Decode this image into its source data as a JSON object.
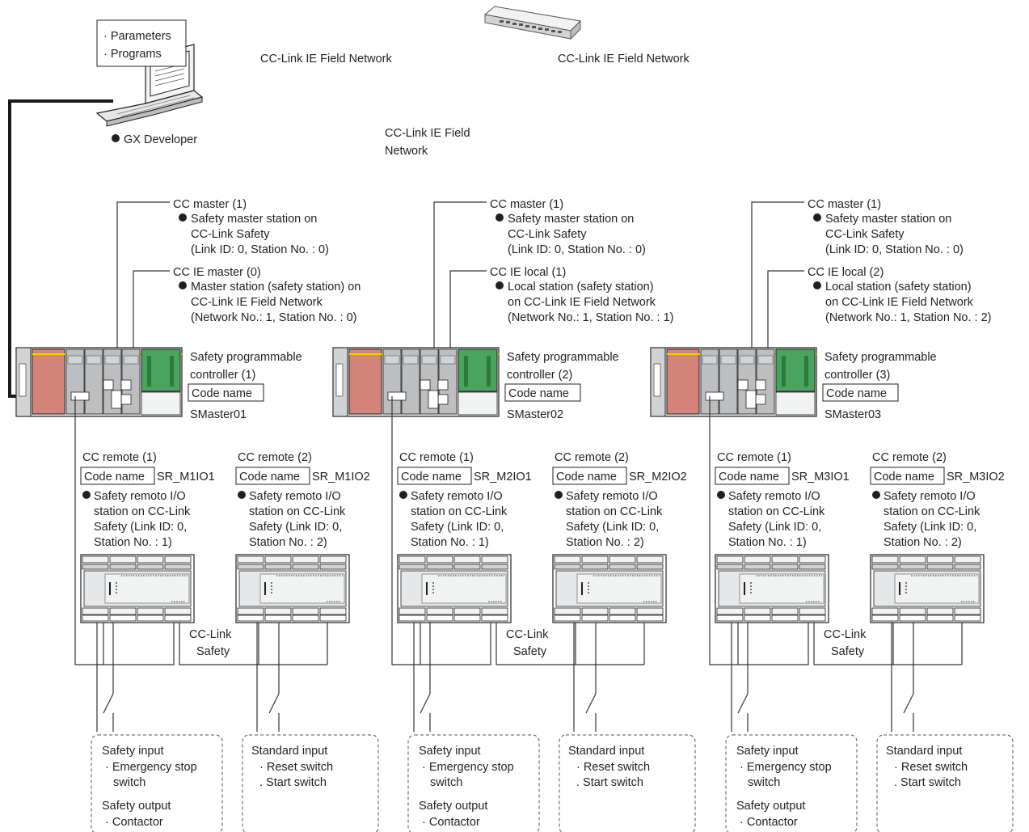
{
  "pc": {
    "notes": [
      "· Parameters",
      "· Programs"
    ],
    "label": "GX Developer"
  },
  "network_labels": {
    "left": "CC-Link IE Field Network",
    "right": "CC-Link IE Field Network",
    "center_line1": "CC-Link IE Field",
    "center_line2": "Network"
  },
  "stations": [
    {
      "cc_master": "CC master (1)",
      "safety_master_lines": [
        "Safety master station on",
        "CC-Link Safety",
        "(Link ID: 0, Station No. : 0)"
      ],
      "ie_title": "CC IE master (0)",
      "ie_lines": [
        "Master station (safety station) on",
        "CC-Link IE Field Network",
        "(Network  No.: 1, Station No. : 0)"
      ],
      "plc_line1": "Safety programmable",
      "plc_line2": "controller (1)",
      "code_label": "Code name",
      "plc_code": "SMaster01",
      "remotes": [
        {
          "title": "CC remote (1)",
          "code_label": "Code name",
          "code": "SR_M1IO1",
          "lines": [
            "Safety remoto I/O",
            "station on CC-Link",
            "Safety (Link ID: 0,",
            "Station No. : 1)"
          ]
        },
        {
          "title": "CC remote (2)",
          "code_label": "Code name",
          "code": "SR_M1IO2",
          "lines": [
            "Safety remoto I/O",
            "station on CC-Link",
            "Safety (Link ID: 0,",
            "Station No. : 2)"
          ]
        }
      ],
      "cclink_line1": "CC-Link",
      "cclink_line2": "Safety",
      "io_left": [
        "Safety input",
        "· Emergency stop",
        "switch",
        "Safety output",
        "· Contactor"
      ],
      "io_right": [
        "Standard input",
        "· Reset switch",
        ". Start switch"
      ]
    },
    {
      "cc_master": "CC master (1)",
      "safety_master_lines": [
        "Safety master station on",
        "CC-Link Safety",
        "(Link ID: 0, Station No. : 0)"
      ],
      "ie_title": "CC IE local (1)",
      "ie_lines": [
        "Local station (safety station)",
        "on CC-Link IE Field Network",
        "(Network No.: 1, Station No. : 1)"
      ],
      "plc_line1": "Safety programmable",
      "plc_line2": "controller (2)",
      "code_label": "Code name",
      "plc_code": "SMaster02",
      "remotes": [
        {
          "title": "CC remote (1)",
          "code_label": "Code name",
          "code": "SR_M2IO1",
          "lines": [
            "Safety remoto I/O",
            "station on CC-Link",
            "Safety (Link ID: 0,",
            "Station No. : 1)"
          ]
        },
        {
          "title": "CC remote (2)",
          "code_label": "Code name",
          "code": "SR_M2IO2",
          "lines": [
            "Safety remoto I/O",
            "station on CC-Link",
            "Safety (Link ID: 0,",
            "Station No. : 2)"
          ]
        }
      ],
      "cclink_line1": "CC-Link",
      "cclink_line2": "Safety",
      "io_left": [
        "Safety input",
        "· Emergency stop",
        "switch",
        "Safety output",
        "· Contactor"
      ],
      "io_right": [
        "Standard input",
        "· Reset switch",
        ". Start switch"
      ]
    },
    {
      "cc_master": "CC master (1)",
      "safety_master_lines": [
        "Safety master station on",
        "CC-Link Safety",
        "(Link ID: 0, Station No. : 0)"
      ],
      "ie_title": "CC IE local (2)",
      "ie_lines": [
        "Local station (safety station)",
        "on CC-Link IE Field Network",
        "(Network No.: 1, Station No. : 2)"
      ],
      "plc_line1": "Safety programmable",
      "plc_line2": "controller (3)",
      "code_label": "Code name",
      "plc_code": "SMaster03",
      "remotes": [
        {
          "title": "CC remote (1)",
          "code_label": "Code name",
          "code": "SR_M3IO1",
          "lines": [
            "Safety remoto I/O",
            "station on CC-Link",
            "Safety (Link ID: 0,",
            "Station No. : 1)"
          ]
        },
        {
          "title": "CC remote (2)",
          "code_label": "Code name",
          "code": "SR_M3IO2",
          "lines": [
            "Safety remoto I/O",
            "station on CC-Link",
            "Safety (Link ID: 0,",
            "Station No. : 2)"
          ]
        }
      ],
      "cclink_line1": "CC-Link",
      "cclink_line2": "Safety",
      "io_left": [
        "Safety input",
        "· Emergency stop",
        "switch",
        "Safety output",
        "· Contactor"
      ],
      "io_right": [
        "Standard input",
        "· Reset switch",
        ". Start switch"
      ]
    }
  ]
}
